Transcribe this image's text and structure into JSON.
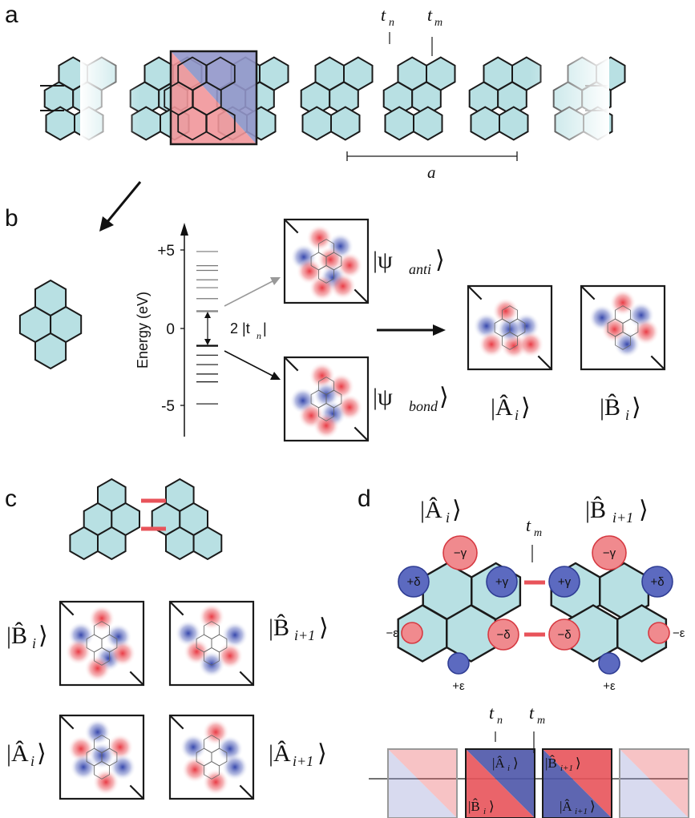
{
  "panels": {
    "a": "a",
    "b": "b",
    "c": "c",
    "d": "d"
  },
  "panel_a": {
    "tn": "t",
    "tn_sub": "n",
    "tm": "t",
    "tm_sub": "m",
    "period": "a"
  },
  "panel_b": {
    "energy_axis": {
      "label": "Energy (eV)",
      "ticks": [
        "+5",
        "0",
        "-5"
      ],
      "tick_values": [
        5,
        0,
        -5
      ]
    },
    "levels_above": [
      1.1,
      1.9,
      2.6,
      3.1,
      3.7,
      4.0,
      4.9
    ],
    "levels_below": [
      -1.1,
      -1.7,
      -2.3,
      -2.9,
      -3.4,
      -4.8
    ],
    "gap_label": "2 |t",
    "gap_sub": "n",
    "gap_close": "|",
    "psi_anti": "|ψ",
    "psi_anti_sub": "anti",
    "psi_anti_close": "⟩",
    "psi_bond": "|ψ",
    "psi_bond_sub": "bond",
    "psi_bond_close": "⟩",
    "A_ket": "|Â",
    "A_sub": "i",
    "A_close": "⟩",
    "B_ket": "|B̂",
    "B_sub": "i",
    "B_close": "⟩"
  },
  "panel_c": {
    "labels": [
      {
        "main": "|B̂",
        "sub": "i",
        "close": "⟩"
      },
      {
        "main": "|B̂",
        "sub": "i+1",
        "close": "⟩"
      },
      {
        "main": "|Â",
        "sub": "i",
        "close": "⟩"
      },
      {
        "main": "|Â",
        "sub": "i+1",
        "close": "⟩"
      }
    ]
  },
  "panel_d": {
    "left_ket": "|Â",
    "left_sub": "i",
    "left_close": "⟩",
    "right_ket": "|B̂",
    "right_sub": "i+1",
    "right_close": "⟩",
    "tm": "t",
    "tm_sub": "m",
    "site_labels": {
      "l_top": "−γ",
      "l_left_up": "+δ",
      "l_right_up": "+γ",
      "l_left_mid": "−ε",
      "l_right_mid": "−δ",
      "l_bottom": "+ε",
      "r_top": "−γ",
      "r_right_up": "+δ",
      "r_left_up": "+γ",
      "r_right_mid": "−ε",
      "r_left_mid": "−δ",
      "r_bottom": "+ε"
    },
    "bottom": {
      "tn": "t",
      "tn_sub": "n",
      "tm": "t",
      "tm_sub": "m",
      "box1_top": "|Â",
      "box1_top_sub": "i",
      "box1_top_close": "⟩",
      "box1_bot": "|B̂",
      "box1_bot_sub": "i",
      "box1_bot_close": "⟩",
      "box2_top": "|B̂",
      "box2_top_sub": "i+1",
      "box2_top_close": "⟩",
      "box2_bot": "|Â",
      "box2_bot_sub": "i+1",
      "box2_bot_close": "⟩"
    }
  },
  "colors": {
    "cyan": "#b8e0e3",
    "red": "#e8535a",
    "blue": "#4a5cb0",
    "line": "#1a1a1a"
  }
}
